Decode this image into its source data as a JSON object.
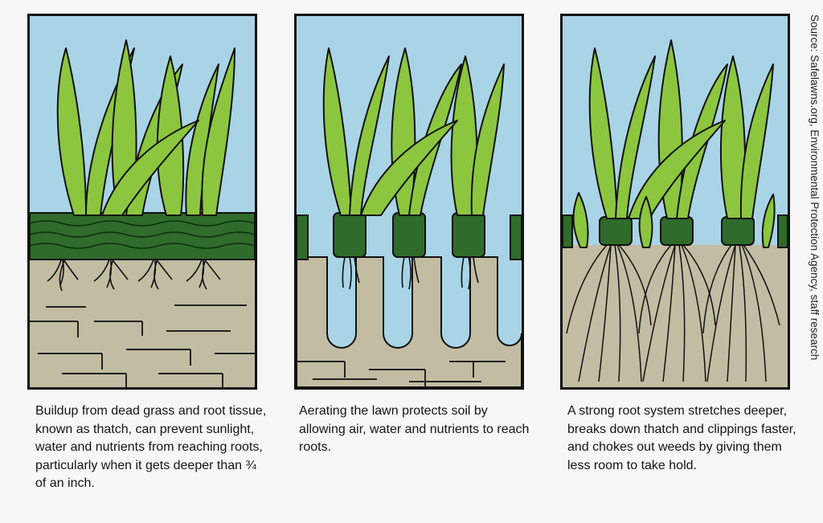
{
  "panels": [
    {
      "name": "thatch-buildup",
      "caption": "Buildup from dead grass and root tissue, known as thatch, can prevent sunlight, water and nutrients from reaching roots, particularly when it gets deeper than ¾ of an inch."
    },
    {
      "name": "aerated-lawn",
      "caption": "Aerating the lawn protects soil by allowing air, water and nutrients to reach roots."
    },
    {
      "name": "strong-roots",
      "caption": "A strong root system stretches deeper, breaks down thatch and clippings faster, and chokes out weeds by giving them less room to take hold."
    }
  ],
  "source": "Source: Safelawns.org, Environmental Protection Agency, staff research",
  "colors": {
    "sky": "#a9d4e6",
    "grass": "#8cc63f",
    "thatch": "#2f6b2a",
    "soil": "#c2bca2",
    "outline": "#111111"
  }
}
